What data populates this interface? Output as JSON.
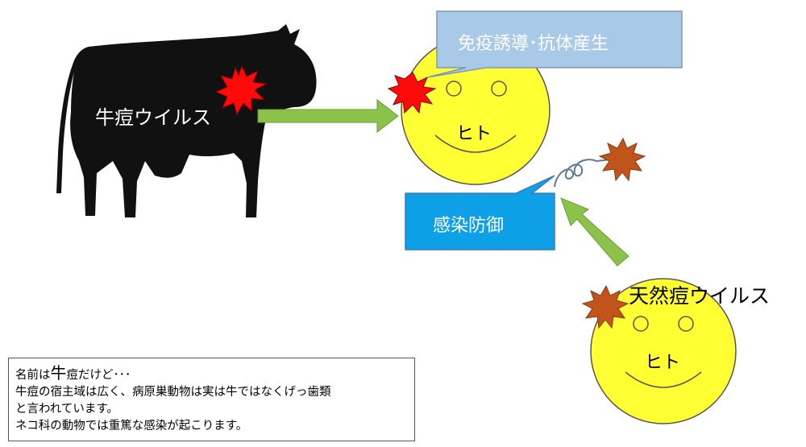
{
  "cow": {
    "label": "牛痘ウイルス",
    "color": "#111111"
  },
  "callout_top": {
    "text": "免疫誘導･抗体産生",
    "color": "#a9c9e8"
  },
  "callout_mid": {
    "text": "感染防御",
    "color": "#0ea0e6"
  },
  "human_top": {
    "label": "ヒト"
  },
  "human_bottom": {
    "label": "ヒト"
  },
  "variola": {
    "label": "天然痘ウイルス"
  },
  "colors": {
    "face": "#ffff33",
    "arrow": "#8bc34a",
    "virus_red": "#ff0a0a",
    "virus_orange": "#c0541a",
    "callout_border": "#7a9ab8"
  },
  "note": {
    "line1_pre": "名前は",
    "line1_big": "牛",
    "line1_post": "痘だけど･･･",
    "line2": "牛痘の宿主域は広く、病原巣動物は実は牛ではなくげっ歯類",
    "line3": "と言われています。",
    "line4": "ネコ科の動物では重篤な感染が起こります。"
  }
}
